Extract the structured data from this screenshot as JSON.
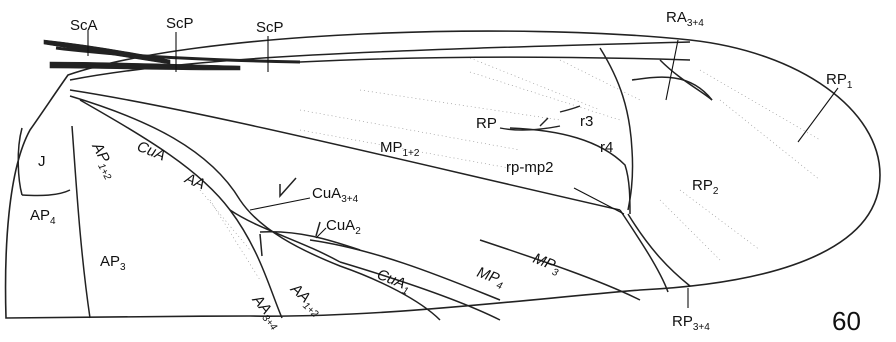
{
  "figure": {
    "number": "60",
    "labels": {
      "sca": {
        "base": "ScA"
      },
      "scp1": {
        "base": "ScP"
      },
      "scp2": {
        "base": "ScP"
      },
      "ra34": {
        "base": "RA",
        "sub": "3+4"
      },
      "rp1": {
        "base": "RP",
        "sub": "1"
      },
      "rp": {
        "base": "RP"
      },
      "r3": {
        "base": "r3"
      },
      "r4": {
        "base": "r4"
      },
      "rpmp2": {
        "base": "rp-mp2"
      },
      "rp2": {
        "base": "RP",
        "sub": "2"
      },
      "rp34": {
        "base": "RP",
        "sub": "3+4"
      },
      "mp12": {
        "base": "MP",
        "sub": "1+2"
      },
      "mp3": {
        "base": "MP",
        "sub": "3"
      },
      "mp4": {
        "base": "MP",
        "sub": "4"
      },
      "cua": {
        "base": "CuA"
      },
      "cua34": {
        "base": "CuA",
        "sub": "3+4"
      },
      "cua2": {
        "base": "CuA",
        "sub": "2"
      },
      "cua1": {
        "base": "CuA",
        "sub": "1"
      },
      "aa": {
        "base": "AA"
      },
      "aa12": {
        "base": "AA",
        "sub": "1+2"
      },
      "aa34": {
        "base": "AA",
        "sub": "3+4"
      },
      "ap12": {
        "base": "AP",
        "sub": "1+2"
      },
      "ap3": {
        "base": "AP",
        "sub": "3"
      },
      "ap4": {
        "base": "AP",
        "sub": "4"
      },
      "j": {
        "base": "J"
      }
    }
  }
}
